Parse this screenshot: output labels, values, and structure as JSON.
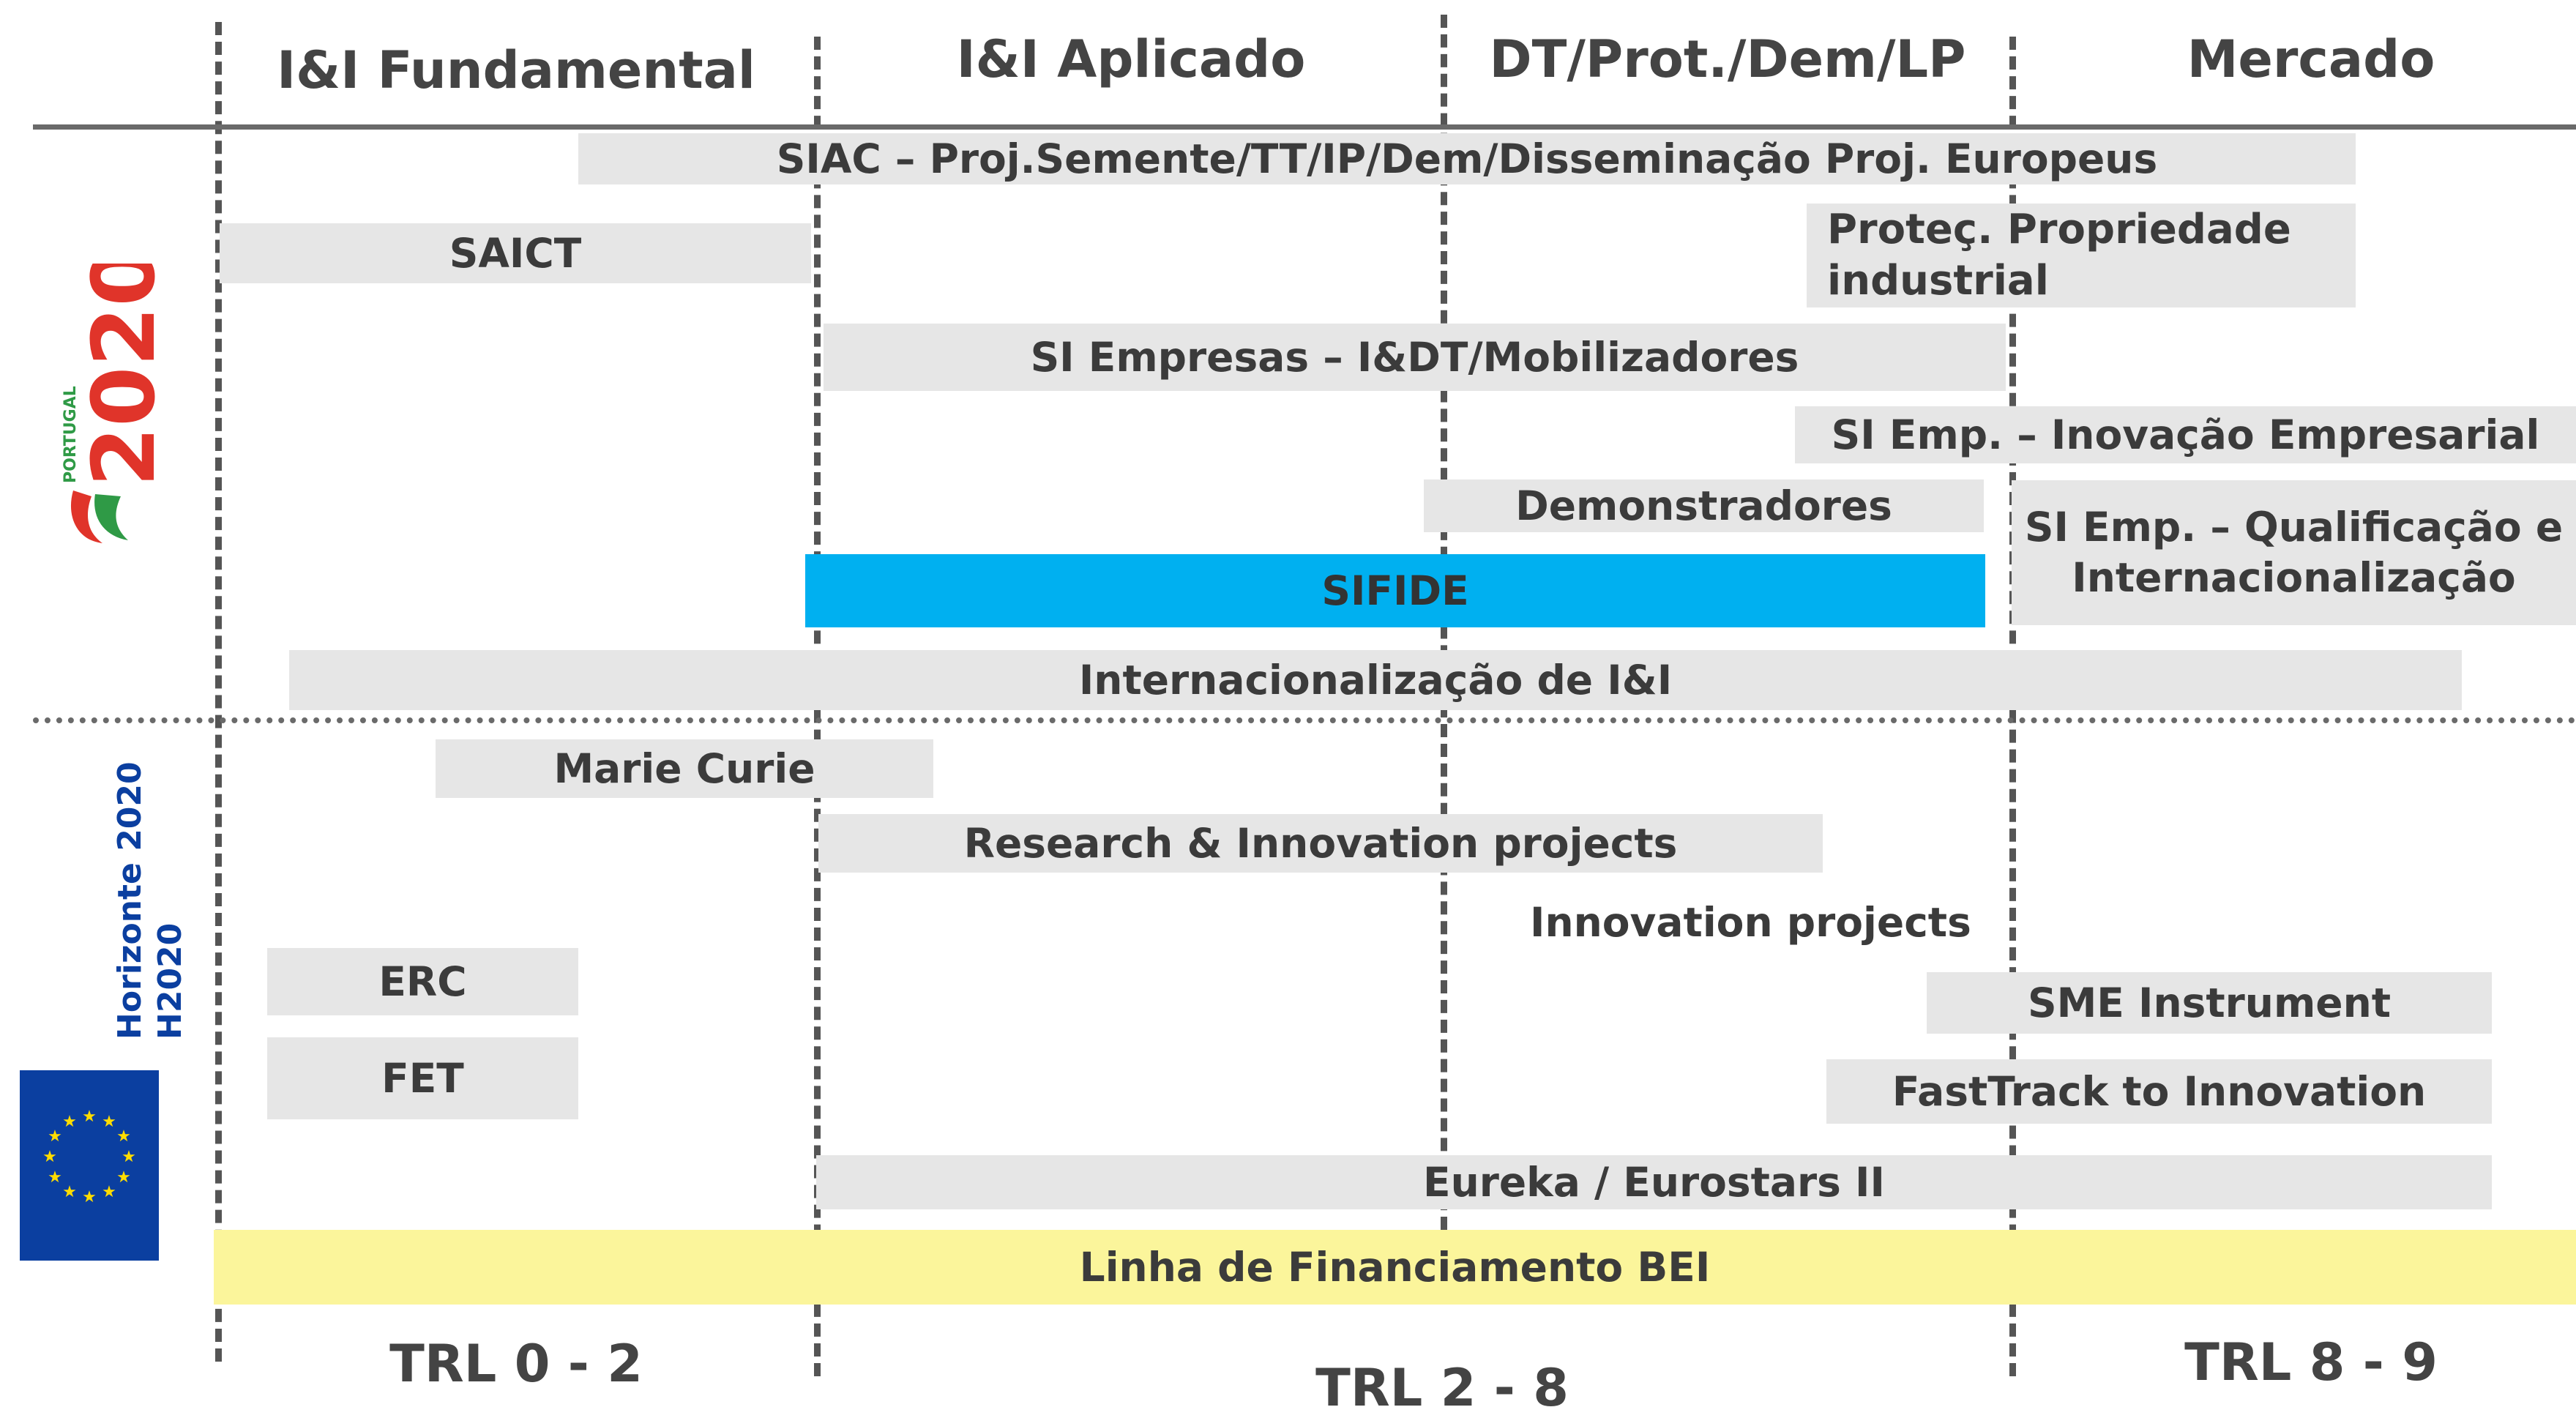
{
  "headers": [
    "I&I Fundamental",
    "I&I Aplicado",
    "DT/Prot./Dem/LP",
    "Mercado"
  ],
  "portugal2020": {
    "bars": {
      "siac": "SIAC – Proj.Semente/TT/IP/Dem/Disseminação Proj. Europeus",
      "saict": "SAICT",
      "protec": "Proteç. Propriedade industrial",
      "si_empresas": "SI Empresas – I&DT/Mobilizadores",
      "si_inovacao": "SI Emp. – Inovação Empresarial",
      "demonstradores": "Demonstradores",
      "si_qualificacao": "SI Emp. – Qualificação e Internacionalização",
      "sifide": "SIFIDE",
      "internacionalizacao": "Internacionalização de I&I"
    }
  },
  "h2020": {
    "label_line1": "Horizonte 2020",
    "label_line2": "H2020",
    "bars": {
      "marie_curie": "Marie Curie",
      "ria": "Research & Innovation projects",
      "innovation": "Innovation projects",
      "erc": "ERC",
      "sme": "SME Instrument",
      "fet": "FET",
      "fasttrack": "FastTrack to Innovation",
      "eureka": "Eureka / Eurostars II"
    }
  },
  "bei": "Linha de Financiamento BEI",
  "trl": [
    "TRL 0 - 2",
    "TRL 2 - 8",
    "TRL 8 - 9"
  ],
  "colors": {
    "bar_gray": "#e6e6e6",
    "sifide_blue": "#00b0f0",
    "bei_yellow": "#fbf59b",
    "eu_blue": "#0b3fa0",
    "eu_star": "#ffdd00",
    "logo_red": "#e0342a",
    "logo_green": "#2f9a46"
  },
  "icons": [
    "portugal-2020-logo",
    "eu-flag-icon"
  ]
}
